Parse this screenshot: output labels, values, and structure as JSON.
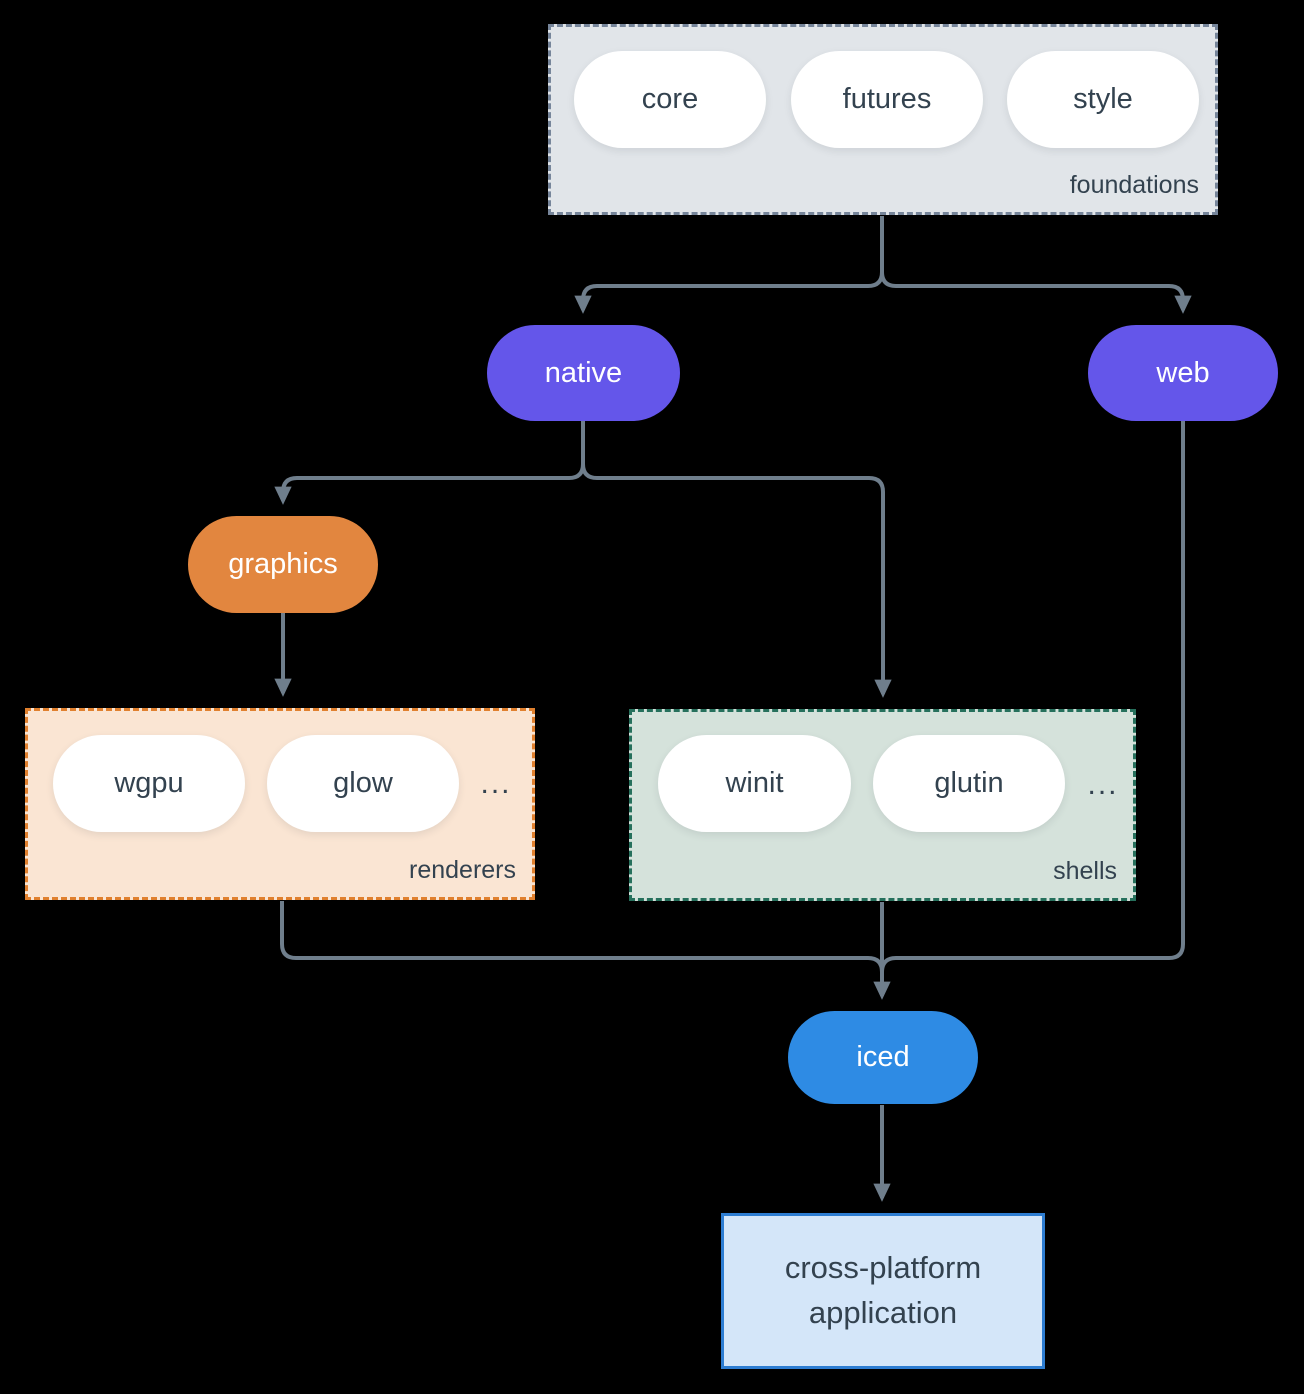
{
  "background": "#000000",
  "connector_color": "#6f7e8c",
  "groups": {
    "foundations": {
      "label": "foundations",
      "fill": "#e1e5e9",
      "border": "#76859a",
      "items": [
        "core",
        "futures",
        "style"
      ]
    },
    "renderers": {
      "label": "renderers",
      "fill": "#fae5d3",
      "border": "#e0802e",
      "items": [
        "wgpu",
        "glow"
      ],
      "ellipsis": "..."
    },
    "shells": {
      "label": "shells",
      "fill": "#d5e2db",
      "border": "#26705c",
      "items": [
        "winit",
        "glutin"
      ],
      "ellipsis": "..."
    }
  },
  "nodes": {
    "native": {
      "label": "native",
      "fill": "#6456ea"
    },
    "web": {
      "label": "web",
      "fill": "#6456ea"
    },
    "graphics": {
      "label": "graphics",
      "fill": "#e2863f"
    },
    "iced": {
      "label": "iced",
      "fill": "#2e8be4"
    },
    "application": {
      "line1": "cross-platform",
      "line2": "application",
      "fill": "#d4e6f9",
      "border": "#2d7dd2"
    }
  },
  "edges": [
    {
      "from": "foundations",
      "to": "native"
    },
    {
      "from": "foundations",
      "to": "web"
    },
    {
      "from": "native",
      "to": "graphics"
    },
    {
      "from": "native",
      "to": "shells"
    },
    {
      "from": "graphics",
      "to": "renderers"
    },
    {
      "from": "renderers",
      "to": "iced"
    },
    {
      "from": "shells",
      "to": "iced"
    },
    {
      "from": "web",
      "to": "iced"
    },
    {
      "from": "iced",
      "to": "application"
    }
  ]
}
